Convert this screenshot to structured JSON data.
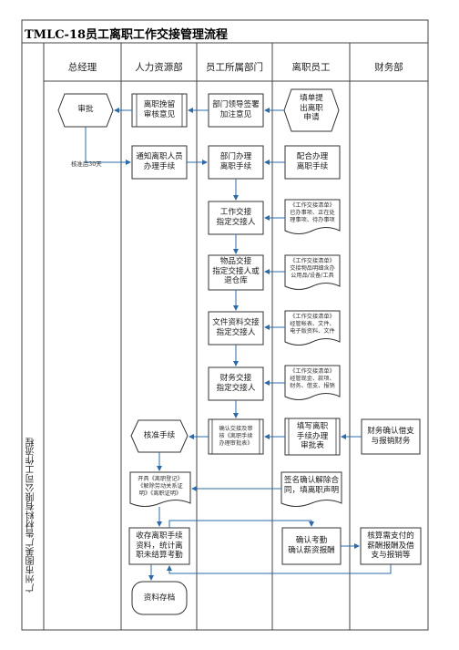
{
  "title": "TMLC-18员工离职工作交接管理流程",
  "sidebar_title": "广州市图美广告材料有限公司工作流程",
  "lanes": [
    "总经理",
    "人力资源部",
    "员工所属部门",
    "离职员工",
    "财务部"
  ],
  "nodes": {
    "approve": "审批",
    "hr_review": "离职挽留\n审核意见",
    "dept_opinion": "部门领导签署\n加注意见",
    "fill_application": "填单提\n出离职\n申请",
    "notify_hr": "通知离职人员\n办理手续",
    "dept_handle": "部门办理\n离职手续",
    "cooperate": "配合办理\n离职手续",
    "work_handover": "工作交接\n指定交接人",
    "work_handover_doc": "《工作交接清单》\n已办事项、正在处\n理事项、待办事项",
    "goods_handover": "物品交接\n指定交接人或\n退仓库",
    "goods_handover_doc": "《工作交接清单》\n交接物品明细含办\n公用品/设备/工具",
    "file_handover": "文件资料交接\n指定交接人",
    "file_handover_doc": "《工作交接清单》\n经管帐表、文件、\n电子版资料、文件",
    "finance_handover": "财务交接\n指定交接人",
    "finance_handover_doc": "《工作交接清单》\n经管现金、款项、\n财务、借支、报销",
    "approve_procedure": "核准手续",
    "confirm_handover": "确认交接及审\n核《离职手续\n办理审批表》",
    "fill_approval_form": "填写离职\n手续办理\n审批表",
    "finance_confirm": "财务确认借支\n与报销财务",
    "issue_certificates": "开具《离职登记》\n《解除劳动关系证\n明》《离职证明》",
    "sign_termination": "签名确认解除合\n同，填离职声明",
    "collect_docs": "收存离职手续\n资料，统计离\n职未结算考勤",
    "confirm_attendance": "确认考勤\n确认薪资报酬",
    "verify_payment": "核算需支付的\n薪酬报酬及借\n支与报销等",
    "archive": "资料存档"
  },
  "labels": {
    "approval_time": "核准后30天"
  }
}
